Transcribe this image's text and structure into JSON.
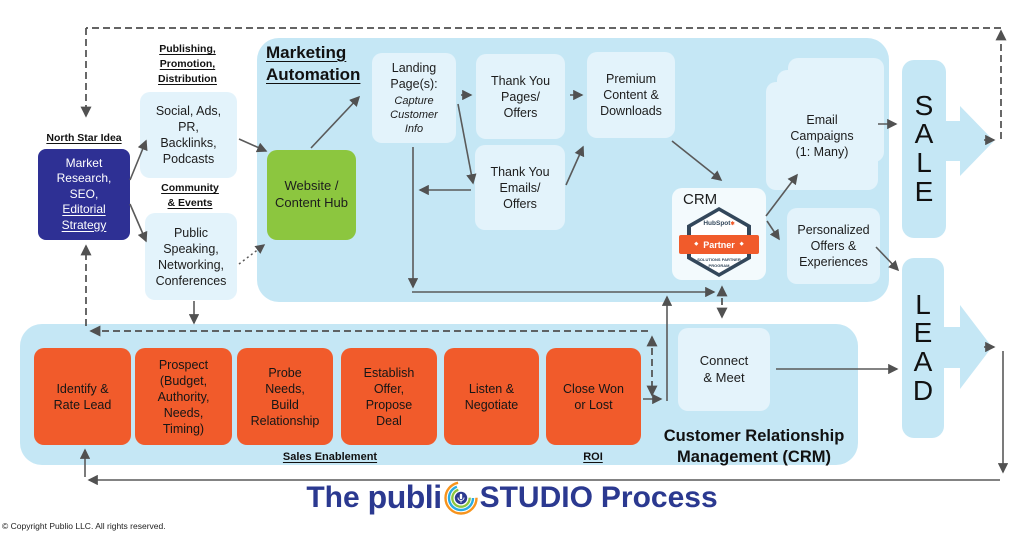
{
  "colors": {
    "container_blue": "#c5e7f5",
    "inner_box_blue": "#e3f3fb",
    "orange": "#f15b2b",
    "green": "#8cc63f",
    "navy_box": "#2e3094",
    "arrow_gray": "#595959",
    "footer_navy": "#2b3990",
    "badge_border": "#33475b"
  },
  "top": {
    "north_star_label": "North Star Idea",
    "market_text": "Market\nResearch,\nSEO,",
    "market_link": "Editorial\nStrategy",
    "publishing_label": "Publishing,\nPromotion,\nDistribution",
    "social": "Social, Ads,\nPR,\nBacklinks,\nPodcasts",
    "community_label": "Community\n& Events",
    "public_speaking": "Public\nSpeaking,\nNetworking,\nConferences"
  },
  "marketing": {
    "heading": "Marketing\nAutomation",
    "website_hub": "Website /\nContent Hub",
    "landing_title": "Landing\nPage(s):",
    "landing_note": "Capture\nCustomer\nInfo",
    "thank_you_pages": "Thank You\nPages/\nOffers",
    "thank_you_emails": "Thank You\nEmails/\nOffers",
    "premium": "Premium\nContent &\nDownloads",
    "email_campaigns": "Email\nCampaigns\n(1: Many)",
    "personalized": "Personalized\nOffers &\nExperiences",
    "crm_label": "CRM"
  },
  "badge": {
    "brand": "HubSpot",
    "sprocket": "✱",
    "ribbon": "Partner",
    "diamond": "◆",
    "program": "SOLUTIONS PARTNER\nPROGRAM"
  },
  "pipeline": {
    "steps": [
      "Identify &\nRate Lead",
      "Prospect\n(Budget,\nAuthority,\nNeeds,\nTiming)",
      "Probe\nNeeds,\nBuild\nRelationship",
      "Establish\nOffer,\nPropose\nDeal",
      "Listen &\nNegotiate",
      "Close Won\nor Lost"
    ],
    "sales_enablement": "Sales Enablement",
    "roi": "ROI",
    "connect": "Connect\n& Meet",
    "heading": "Customer Relationship\nManagement (CRM)"
  },
  "outputs": {
    "sale": "S\nA\nL\nE",
    "lead": "L\nE\nA\nD"
  },
  "footer": {
    "the": "The",
    "publi": "publi",
    "studio": "STUDIO",
    "process": "Process"
  },
  "copyright": "© Copyright Publio LLC. All rights reserved."
}
